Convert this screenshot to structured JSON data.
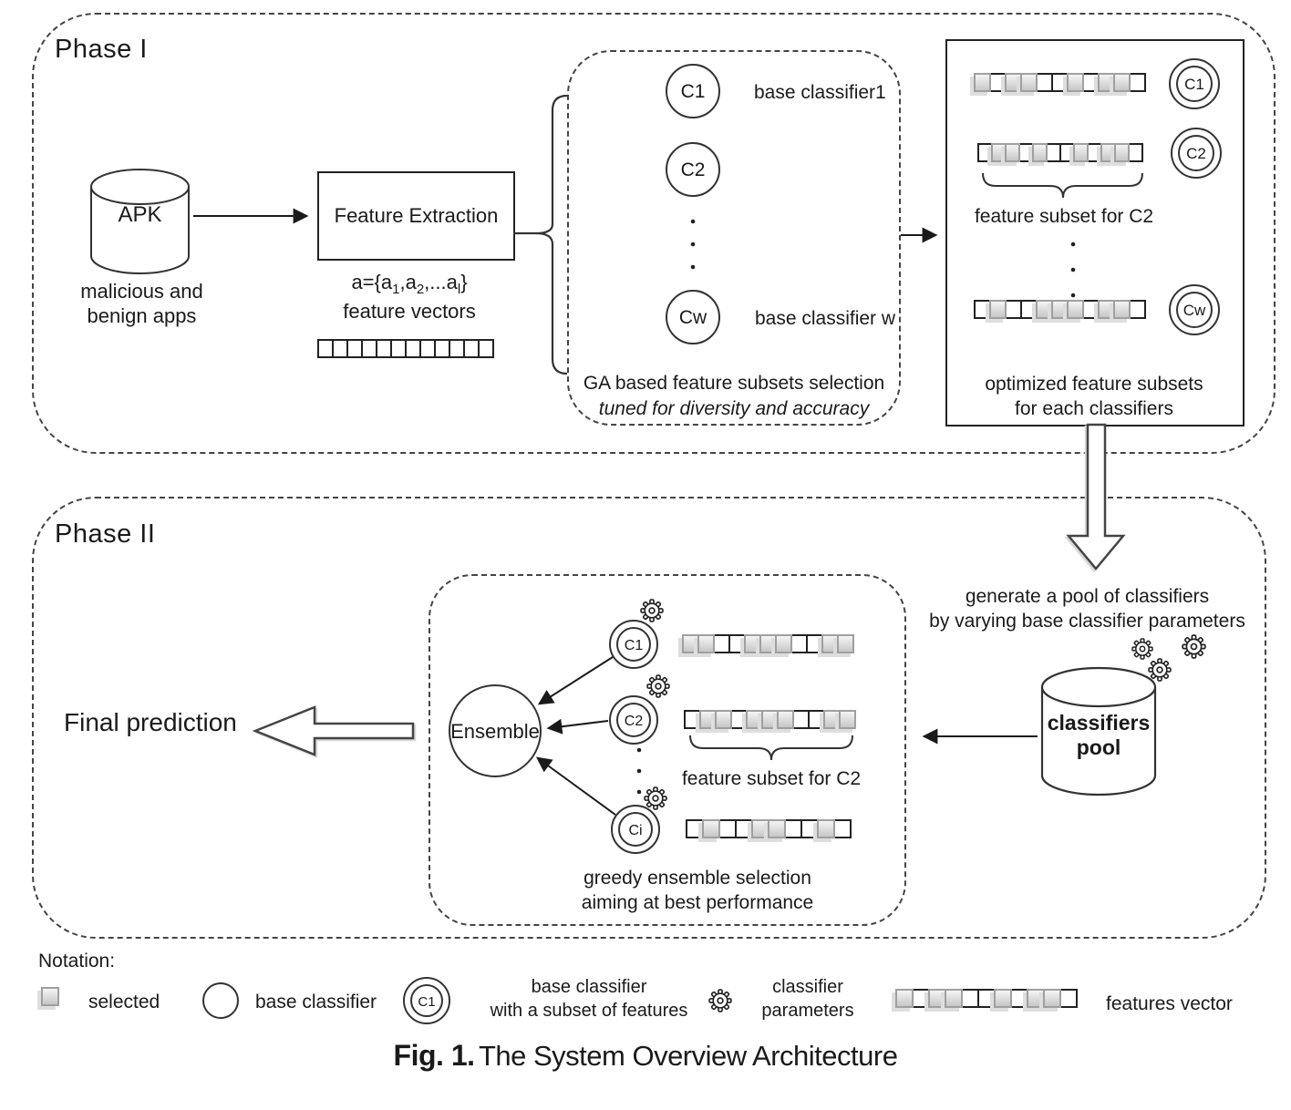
{
  "colors": {
    "ink": "#1a1a1a",
    "selected_fill": "#c7c7c7",
    "selected_shadow": "#dedede"
  },
  "phase1": {
    "label": "Phase I",
    "apk": {
      "label": "APK",
      "caption_line1": "malicious and",
      "caption_line2": "benign apps"
    },
    "feature_extraction_label": "Feature Extraction",
    "formula": [
      "a={a",
      "1",
      ",a",
      "2",
      ",...a",
      "l",
      "}"
    ],
    "feature_vectors_label": "feature vectors",
    "empty_vector": [
      0,
      0,
      0,
      0,
      0,
      0,
      0,
      0,
      0,
      0,
      0,
      0
    ],
    "ga_box": {
      "classifiers": [
        {
          "id": "C1",
          "label": "base classifier1"
        },
        {
          "id": "C2",
          "label": ""
        },
        {
          "id": "Cw",
          "label": "base classifier w"
        }
      ],
      "caption": "GA based feature subsets selection",
      "subcaption": "tuned for diversity and accuracy"
    },
    "subsets_box": {
      "rows": [
        {
          "id": "C1",
          "vector": [
            1,
            0,
            1,
            1,
            0,
            0,
            1,
            0,
            1,
            1,
            0
          ]
        },
        {
          "id": "C2",
          "vector": [
            0,
            1,
            1,
            0,
            1,
            0,
            0,
            1,
            0,
            1,
            1,
            0
          ]
        },
        {
          "id": "Cw",
          "vector": [
            0,
            1,
            0,
            0,
            1,
            1,
            1,
            0,
            1,
            1,
            0
          ]
        }
      ],
      "brace_label": "feature subset for C2",
      "caption_line1": "optimized feature subsets",
      "caption_line2": "for each classifiers"
    }
  },
  "phase2": {
    "label": "Phase II",
    "pool_note_line1": "generate a pool of classifiers",
    "pool_note_line2": "by varying base classifier parameters",
    "pool": {
      "line1": "classifiers",
      "line2": "pool"
    },
    "ensemble_label": "Ensemble",
    "selection_box": {
      "rows": [
        {
          "id": "C1",
          "vector": [
            1,
            1,
            0,
            0,
            1,
            1,
            1,
            0,
            0,
            1,
            1
          ]
        },
        {
          "id": "C2",
          "vector": [
            0,
            1,
            1,
            0,
            1,
            1,
            1,
            0,
            0,
            1,
            1
          ]
        },
        {
          "id": "Ci",
          "vector": [
            0,
            1,
            0,
            0,
            1,
            1,
            0,
            0,
            1,
            0
          ]
        }
      ],
      "brace_label": "feature subset for C2",
      "caption_line1": "greedy ensemble selection",
      "caption_line2": "aiming at best performance"
    },
    "final_prediction": "Final prediction"
  },
  "legend": {
    "title": "Notation:",
    "selected_square": [
      1
    ],
    "selected_label": "selected",
    "base_classifier_label": "base classifier",
    "subset_classifier_id": "C1",
    "subset_label_line1": "base classifier",
    "subset_label_line2": "with a subset of features",
    "params_label_line1": "classifier",
    "params_label_line2": "parameters",
    "vector_pattern": [
      1,
      0,
      1,
      1,
      0,
      0,
      1,
      0,
      1,
      1,
      0
    ],
    "features_vector_label": "features vector"
  },
  "caption": {
    "fig": "Fig. 1.",
    "title": "The System Overview Architecture"
  }
}
